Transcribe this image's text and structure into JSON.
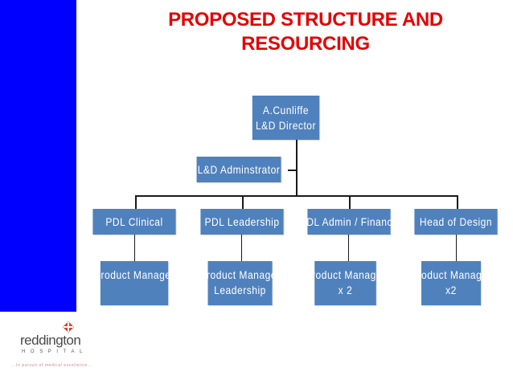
{
  "slide": {
    "title_line1": "PROPOSED STRUCTURE AND",
    "title_line2": "RESOURCING",
    "colors": {
      "title": "#e60000",
      "sidebar": "#0000ff",
      "box_fill": "#4f81bd",
      "box_text": "#ffffff",
      "connector": "#1a1a1a"
    }
  },
  "org_chart": {
    "director": {
      "line1": "A.Cunliffe",
      "line2": "L&D Director"
    },
    "assistant": {
      "label": "L&D Adminstrator"
    },
    "departments": [
      {
        "label": "PDL Clinical",
        "report": {
          "line1": "Product Manager",
          "line2": ""
        }
      },
      {
        "label": "PDL Leadership",
        "report": {
          "line1": "Product Manager",
          "line2": "Leadership"
        }
      },
      {
        "label": "PDL Admin / Finance",
        "report": {
          "line1": "Product Manager",
          "line2": "x 2"
        }
      },
      {
        "label": "Head of Design",
        "report": {
          "line1": "Product Manager",
          "line2": "x2"
        }
      }
    ]
  },
  "logo": {
    "name": "reddington",
    "subtitle": "HOSPITAL",
    "tagline": "...In pursuit of medical excellence..."
  }
}
